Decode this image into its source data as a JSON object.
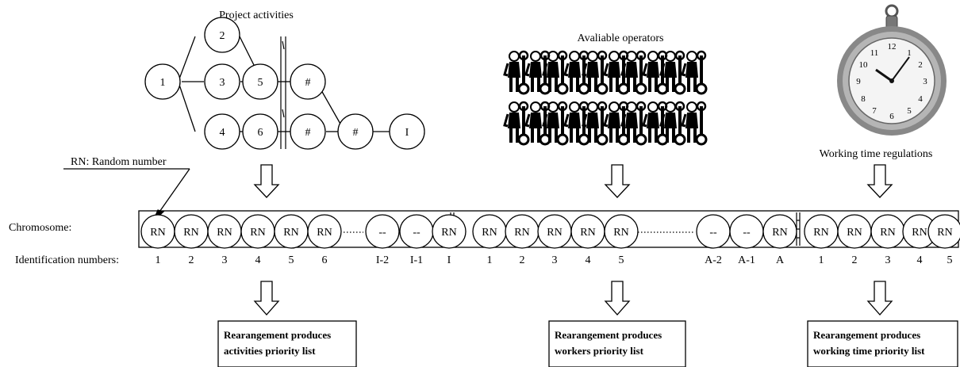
{
  "titles": {
    "project": "Project activities",
    "operators": "Avaliable operators",
    "time": "Working time regulations"
  },
  "network": {
    "n1": "1",
    "n2": "2",
    "n3": "3",
    "n4": "4",
    "n5": "5",
    "n6": "6",
    "h1": "#",
    "h2": "#",
    "h3": "#",
    "nI": "I"
  },
  "legend": "RN: Random number",
  "chromosome_label": "Chromosome:",
  "id_label": "Identification numbers:",
  "gene_text": "RN",
  "gap_text": "--",
  "segments": {
    "activities_ids": [
      "1",
      "2",
      "3",
      "4",
      "5",
      "6",
      "I-2",
      "I-1",
      "I"
    ],
    "workers_ids": [
      "1",
      "2",
      "3",
      "4",
      "5",
      "A-2",
      "A-1",
      "A"
    ],
    "time_ids": [
      "1",
      "2",
      "3",
      "4",
      "5"
    ]
  },
  "boxes": {
    "activities": [
      "Rearangement produces",
      "activities priority list"
    ],
    "workers": [
      "Rearangement produces",
      "workers priority list"
    ],
    "time": [
      "Rearangement produces",
      "working time priority list"
    ]
  },
  "icons": {
    "operator": "mechanic-with-wrench-icon",
    "clock": "pocket-watch-icon"
  },
  "colors": {
    "ink": "#000000",
    "background": "#ffffff",
    "watch_face": "#f4f4f4"
  }
}
